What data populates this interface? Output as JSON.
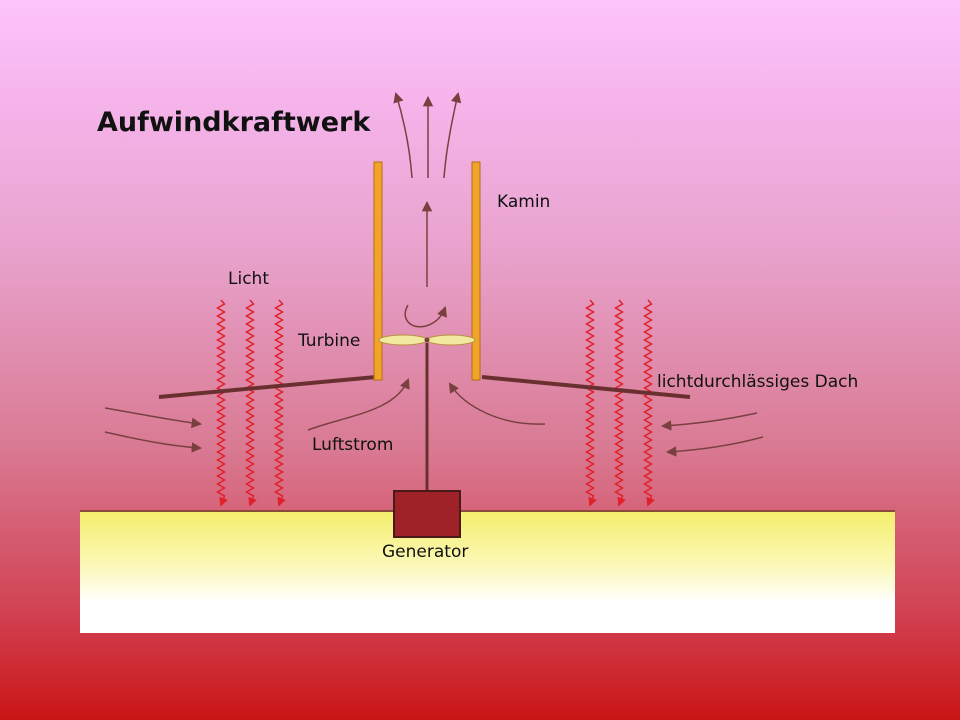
{
  "title": "Aufwindkraftwerk",
  "labels": {
    "chimney": "Kamin",
    "light": "Licht",
    "turbine": "Turbine",
    "roof": "lichtdurchlässiges Dach",
    "airflow": "Luftstrom",
    "generator": "Generator"
  },
  "colors": {
    "chimney_wall": "#f0a42a",
    "chimney_edge": "#b86b10",
    "roof": "#6a3030",
    "arrow": "#7a4040",
    "light_rays": "#e0202a",
    "generator_box": "#9e2228",
    "ground_top": "#f5f07a",
    "ground_bottom": "#ffffff",
    "turbine_blade": "#f3e8a0"
  }
}
